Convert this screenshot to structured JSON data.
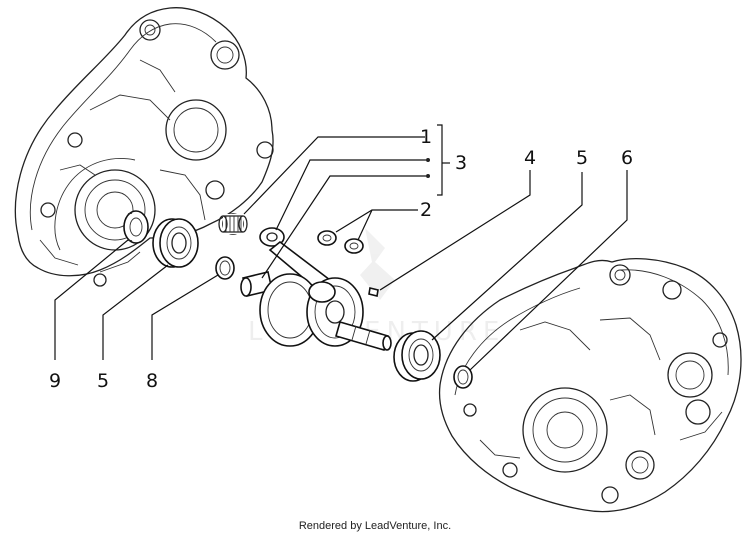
{
  "diagram": {
    "callouts": {
      "c1": "1",
      "c2": "2",
      "c3": "3",
      "c4": "4",
      "c5_right": "5",
      "c6": "6",
      "c9": "9",
      "c5_left": "5",
      "c8": "8"
    },
    "watermark": "LEADVENTURE",
    "footer": "Rendered by LeadVenture, Inc."
  }
}
